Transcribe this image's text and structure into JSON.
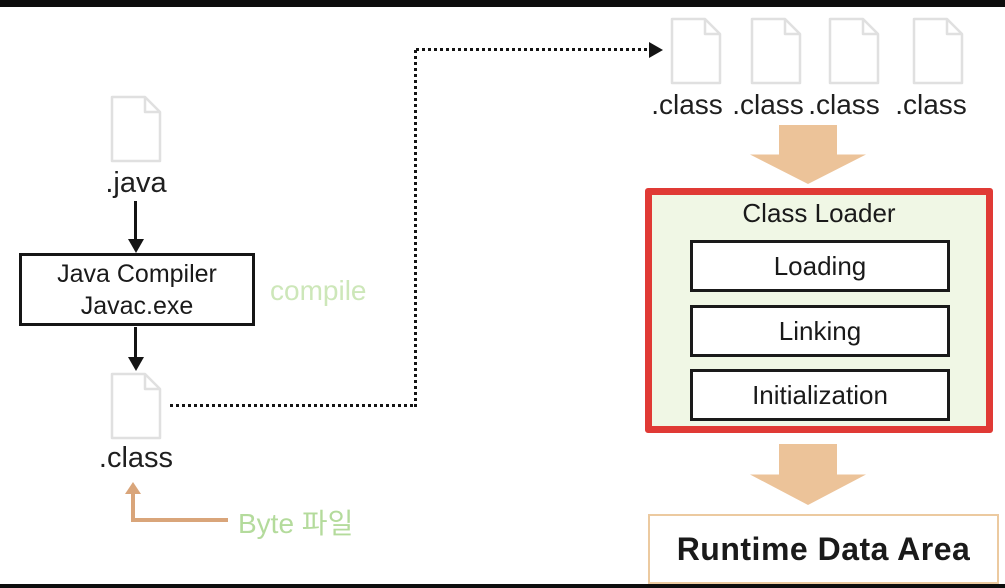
{
  "left_flow": {
    "java_file_label": ".java",
    "compiler_line1": "Java Compiler",
    "compiler_line2": "Javac.exe",
    "compile_label": "compile",
    "class_file_label": ".class",
    "byte_file_label": "Byte 파일"
  },
  "right_flow": {
    "class_files": [
      ".class",
      ".class",
      ".class",
      ".class"
    ],
    "class_loader": {
      "title": "Class Loader",
      "stages": [
        "Loading",
        "Linking",
        "Initialization"
      ]
    },
    "runtime_area_label": "Runtime Data Area"
  },
  "colors": {
    "loader_border_red": "#e03a35",
    "loader_bg_green": "#f0f7e5",
    "block_arrow_orange": "#ecc399",
    "elbow_arrow_tan": "#d9a57a",
    "compile_text_green": "#cde7b9",
    "byte_text_green": "#b4db9c",
    "runtime_border_tan": "#eccaa0",
    "file_icon_gray": "#e0e0e0"
  }
}
